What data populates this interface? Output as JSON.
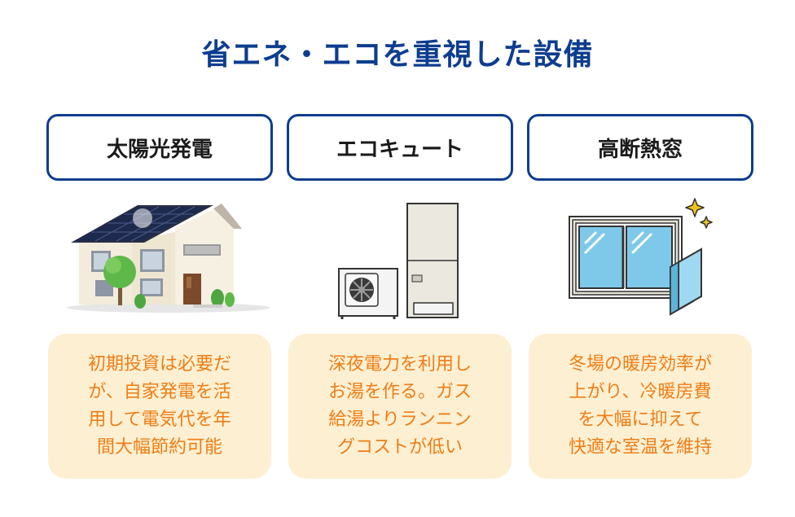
{
  "title": "省エネ・エコを重視した設備",
  "colors": {
    "title": "#0d3d8f",
    "border": "#0d3d8f",
    "desc_bg": "#fdf0d2",
    "desc_text": "#ef7d16"
  },
  "items": [
    {
      "label": "太陽光発電",
      "icon": "solar-house-icon",
      "description": "初期投資は必要だ\nが、自家発電を活\n用して電気代を年\n間大幅節約可能"
    },
    {
      "label": "エコキュート",
      "icon": "heat-pump-water-heater-icon",
      "description": "深夜電力を利用し\nお湯を作る。ガス\n給湯よりランニン\nグコストが低い"
    },
    {
      "label": "高断熱窓",
      "icon": "insulated-window-icon",
      "description": "冬場の暖房効率が\n上がり、冷暖房費\nを大幅に抑えて\n快適な室温を維持"
    }
  ]
}
